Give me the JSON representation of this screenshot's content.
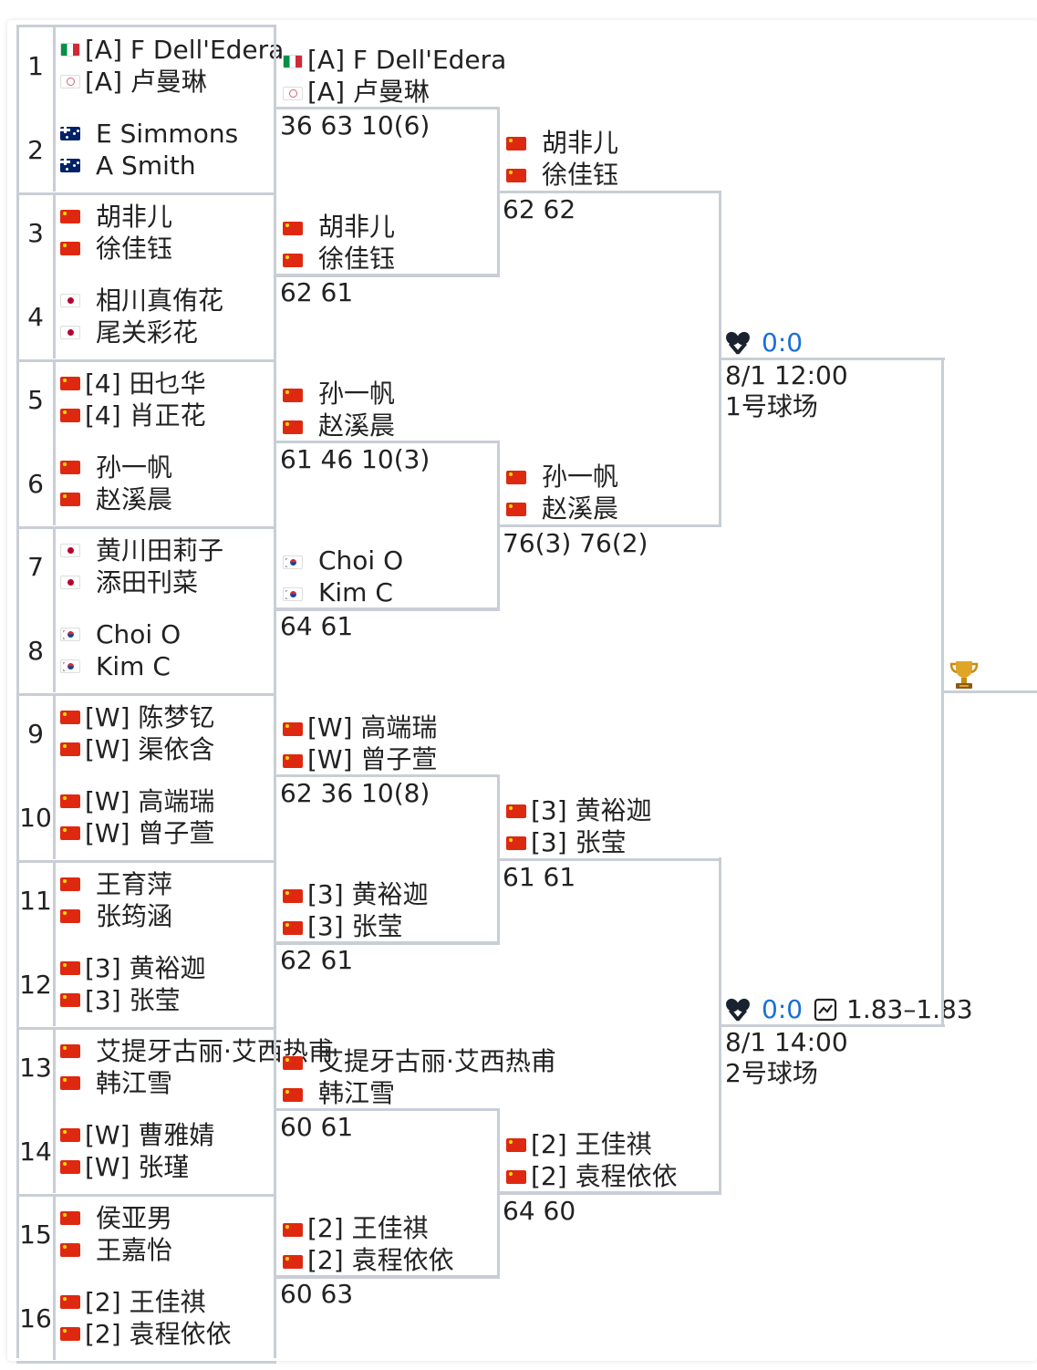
{
  "round1": [
    {
      "seed": "1",
      "p1": "[A] F Dell'Edera",
      "p2": "[A] 卢曼琳",
      "f1": "it",
      "f2": "tpe"
    },
    {
      "seed": "2",
      "p1": "E Simmons",
      "p2": "A Smith",
      "f1": "au",
      "f2": "au"
    },
    {
      "seed": "3",
      "p1": "胡非儿",
      "p2": "徐佳钰",
      "f1": "cn",
      "f2": "cn"
    },
    {
      "seed": "4",
      "p1": "相川真侑花",
      "p2": "尾关彩花",
      "f1": "jp",
      "f2": "jp"
    },
    {
      "seed": "5",
      "p1": "[4] 田乜华",
      "p2": "[4] 肖正花",
      "f1": "cn",
      "f2": "cn"
    },
    {
      "seed": "6",
      "p1": "孙一帆",
      "p2": "赵溪晨",
      "f1": "cn",
      "f2": "cn"
    },
    {
      "seed": "7",
      "p1": "黄川田莉子",
      "p2": "添田刊菜",
      "f1": "jp",
      "f2": "jp"
    },
    {
      "seed": "8",
      "p1": "Choi O",
      "p2": "Kim C",
      "f1": "kr",
      "f2": "kr"
    },
    {
      "seed": "9",
      "p1": "[W] 陈梦钇",
      "p2": "[W] 渠依含",
      "f1": "cn",
      "f2": "cn"
    },
    {
      "seed": "10",
      "p1": "[W] 高端瑞",
      "p2": "[W] 曾子萱",
      "f1": "cn",
      "f2": "cn"
    },
    {
      "seed": "11",
      "p1": "王育萍",
      "p2": "张筠涵",
      "f1": "cn",
      "f2": "cn"
    },
    {
      "seed": "12",
      "p1": "[3] 黄裕迦",
      "p2": "[3] 张莹",
      "f1": "cn",
      "f2": "cn"
    },
    {
      "seed": "13",
      "p1": "艾提牙古丽·艾西热甫",
      "p2": "韩江雪",
      "f1": "cn",
      "f2": "cn"
    },
    {
      "seed": "14",
      "p1": "[W] 曹雅婧",
      "p2": "[W] 张瑾",
      "f1": "cn",
      "f2": "cn"
    },
    {
      "seed": "15",
      "p1": "侯亚男",
      "p2": "王嘉怡",
      "f1": "cn",
      "f2": "cn"
    },
    {
      "seed": "16",
      "p1": "[2] 王佳祺",
      "p2": "[2] 袁程依依",
      "f1": "cn",
      "f2": "cn"
    }
  ],
  "round2": [
    {
      "p1": "[A] F Dell'Edera",
      "p2": "[A] 卢曼琳",
      "f1": "it",
      "f2": "tpe",
      "score": "36 63 10(6)"
    },
    {
      "p1": "胡非儿",
      "p2": "徐佳钰",
      "f1": "cn",
      "f2": "cn",
      "score": "62 61"
    },
    {
      "p1": "孙一帆",
      "p2": "赵溪晨",
      "f1": "cn",
      "f2": "cn",
      "score": "61 46 10(3)"
    },
    {
      "p1": "Choi O",
      "p2": "Kim C",
      "f1": "kr",
      "f2": "kr",
      "score": "64 61"
    },
    {
      "p1": "[W] 高端瑞",
      "p2": "[W] 曾子萱",
      "f1": "cn",
      "f2": "cn",
      "score": "62 36 10(8)"
    },
    {
      "p1": "[3] 黄裕迦",
      "p2": "[3] 张莹",
      "f1": "cn",
      "f2": "cn",
      "score": "62 61"
    },
    {
      "p1": "艾提牙古丽·艾西热甫",
      "p2": "韩江雪",
      "f1": "cn",
      "f2": "cn",
      "score": "60 61"
    },
    {
      "p1": "[2] 王佳祺",
      "p2": "[2] 袁程依依",
      "f1": "cn",
      "f2": "cn",
      "score": "60 63"
    }
  ],
  "round3": [
    {
      "p1": "胡非儿",
      "p2": "徐佳钰",
      "f1": "cn",
      "f2": "cn",
      "score": "62 62"
    },
    {
      "p1": "孙一帆",
      "p2": "赵溪晨",
      "f1": "cn",
      "f2": "cn",
      "score": "76(3) 76(2)"
    },
    {
      "p1": "[3] 黄裕迦",
      "p2": "[3] 张莹",
      "f1": "cn",
      "f2": "cn",
      "score": "61 61"
    },
    {
      "p1": "[2] 王佳祺",
      "p2": "[2] 袁程依依",
      "f1": "cn",
      "f2": "cn",
      "score": "64 60"
    }
  ],
  "semis": [
    {
      "h2h": "0:0",
      "date": "8/1 12:00",
      "court": "1号球场"
    },
    {
      "h2h": "0:0",
      "odds": "1.83–1.83",
      "date": "8/1 14:00",
      "court": "2号球场"
    }
  ],
  "icons": {
    "h2h": "crossed-rackets-icon",
    "odds": "trend-chart-icon",
    "final": "trophy-icon"
  }
}
